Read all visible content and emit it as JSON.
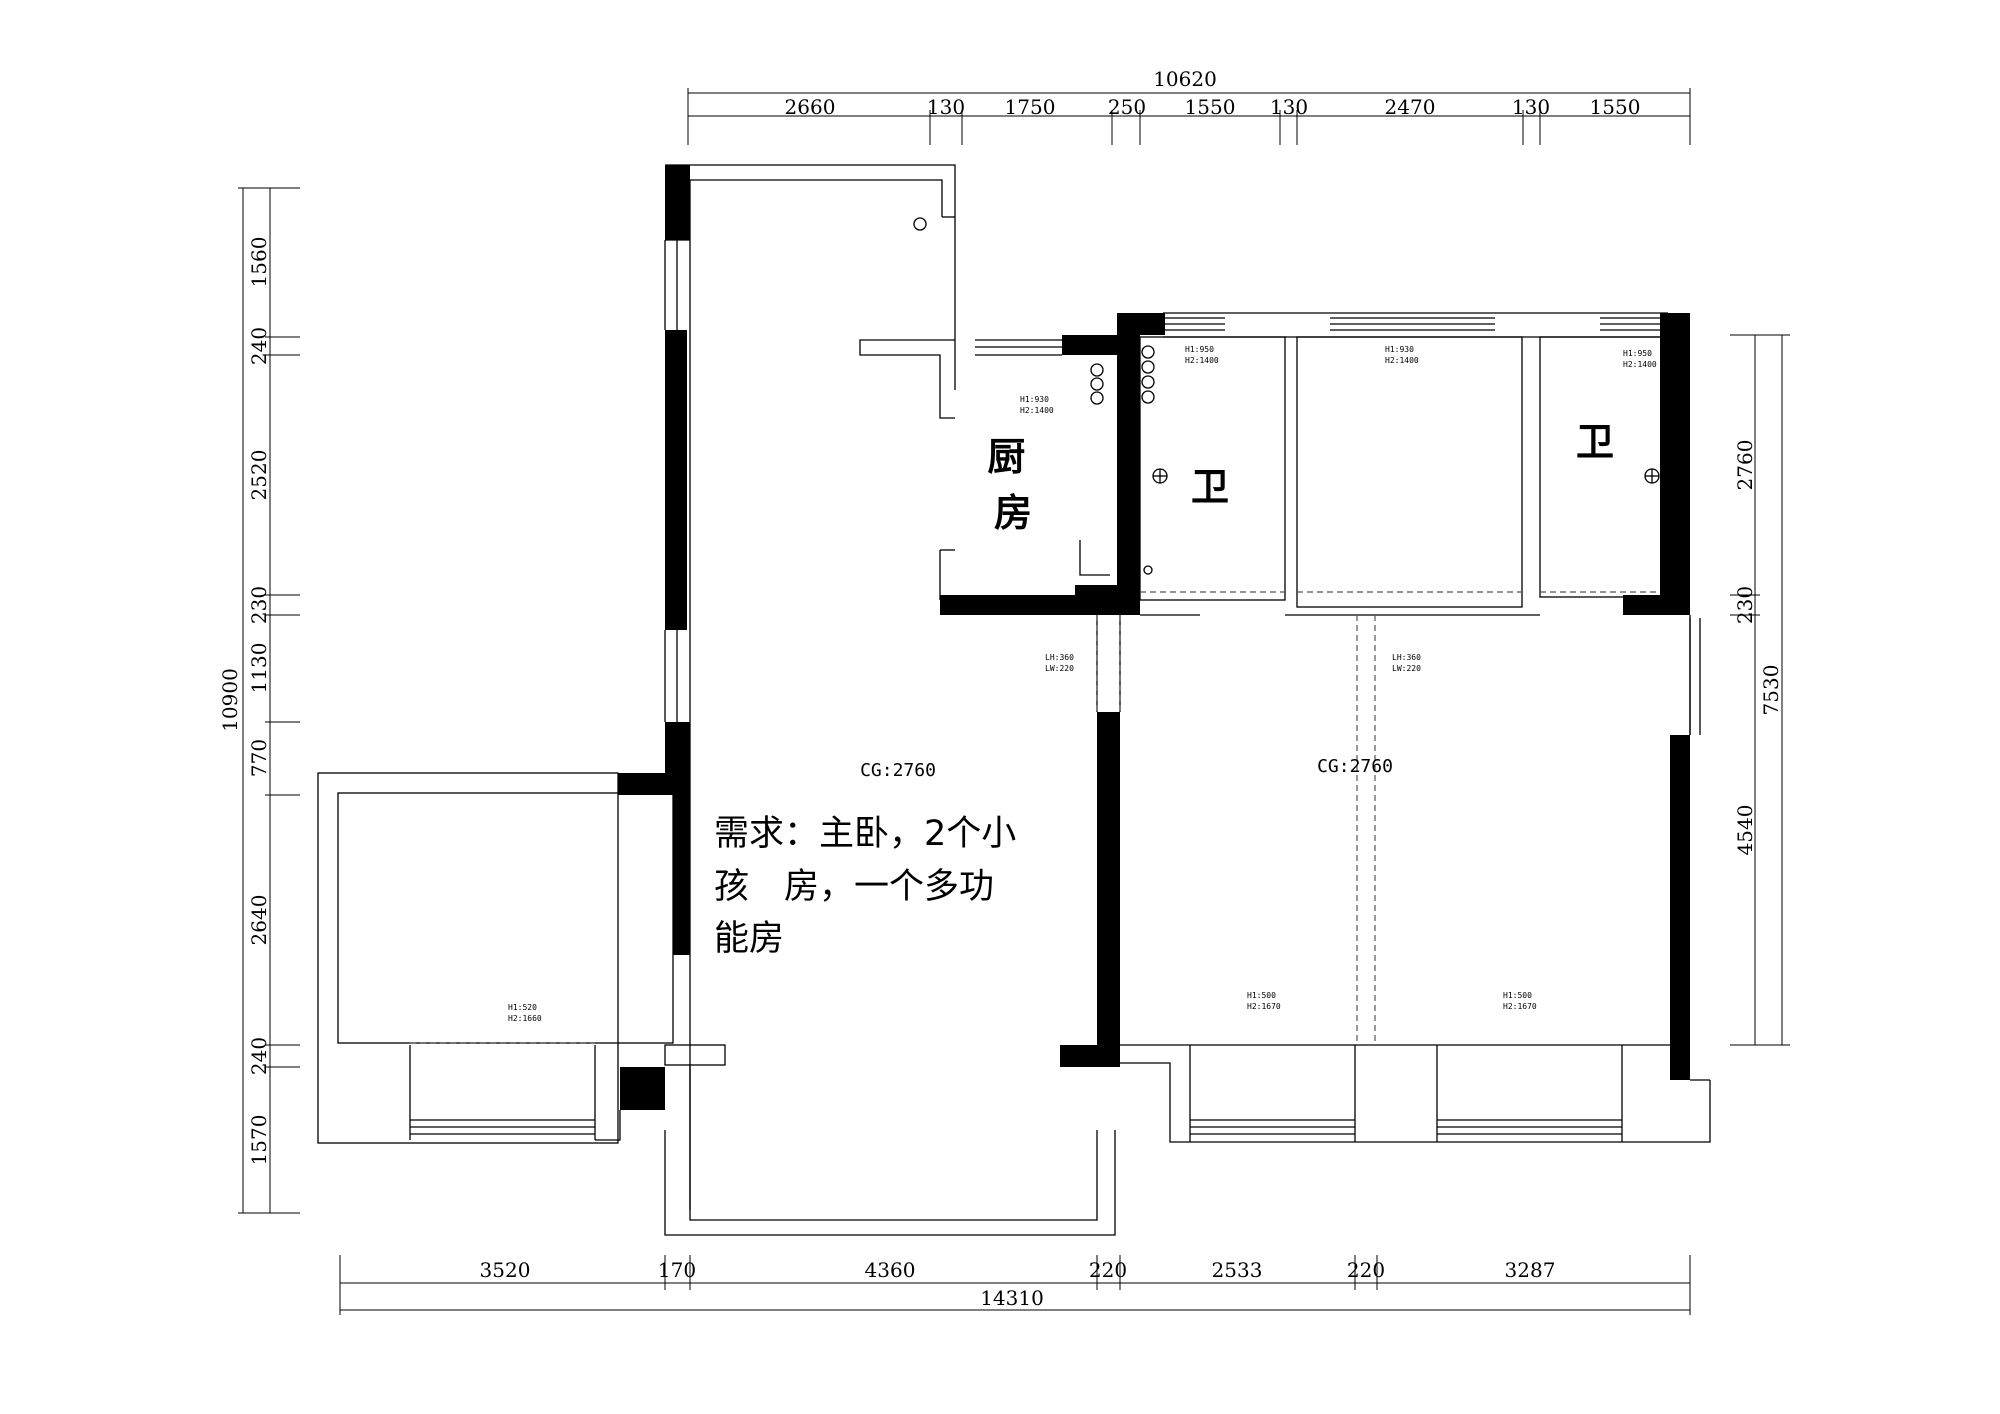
{
  "dimensions": {
    "top_total": "10620",
    "top_segments": [
      "2660",
      "130",
      "1750",
      "250",
      "1550",
      "130",
      "2470",
      "130",
      "1550"
    ],
    "bottom_segments": [
      "3520",
      "170",
      "4360",
      "220",
      "2533",
      "220",
      "3287"
    ],
    "bottom_total": "14310",
    "left_segments": [
      "1560",
      "240",
      "2520",
      "230",
      "1130",
      "770",
      "2640",
      "240",
      "1570"
    ],
    "left_total": "10900",
    "right_segments": [
      "2760",
      "230",
      "4540"
    ],
    "right_total": "7530"
  },
  "rooms": {
    "kitchen": "厨房",
    "bathroom": "卫"
  },
  "ceiling_heights": [
    "CG:2760",
    "CG:2760"
  ],
  "window_notes": {
    "kitchen_h1": "H1:930",
    "kitchen_h2": "H2:1400",
    "bath1_h1": "H1:950",
    "bath1_h2": "H2:1400",
    "mid_h1": "H1:930",
    "mid_h2": "H2:1400",
    "bath2_h1": "H1:950",
    "bath2_h2": "H2:1400",
    "west_h1": "H1:520",
    "west_h2": "H2:1660",
    "south1_h1": "H1:500",
    "south1_h2": "H2:1670",
    "south2_h1": "H1:500",
    "south2_h2": "H2:1670"
  },
  "beam_notes": {
    "beam1_h": "LH:360",
    "beam1_w": "LW:220",
    "beam2_h": "LH:360",
    "beam2_w": "LW:220"
  },
  "requirement": {
    "line1": "需求：主卧，2个小",
    "line2": "孩　房，一个多功",
    "line3": "能房"
  }
}
